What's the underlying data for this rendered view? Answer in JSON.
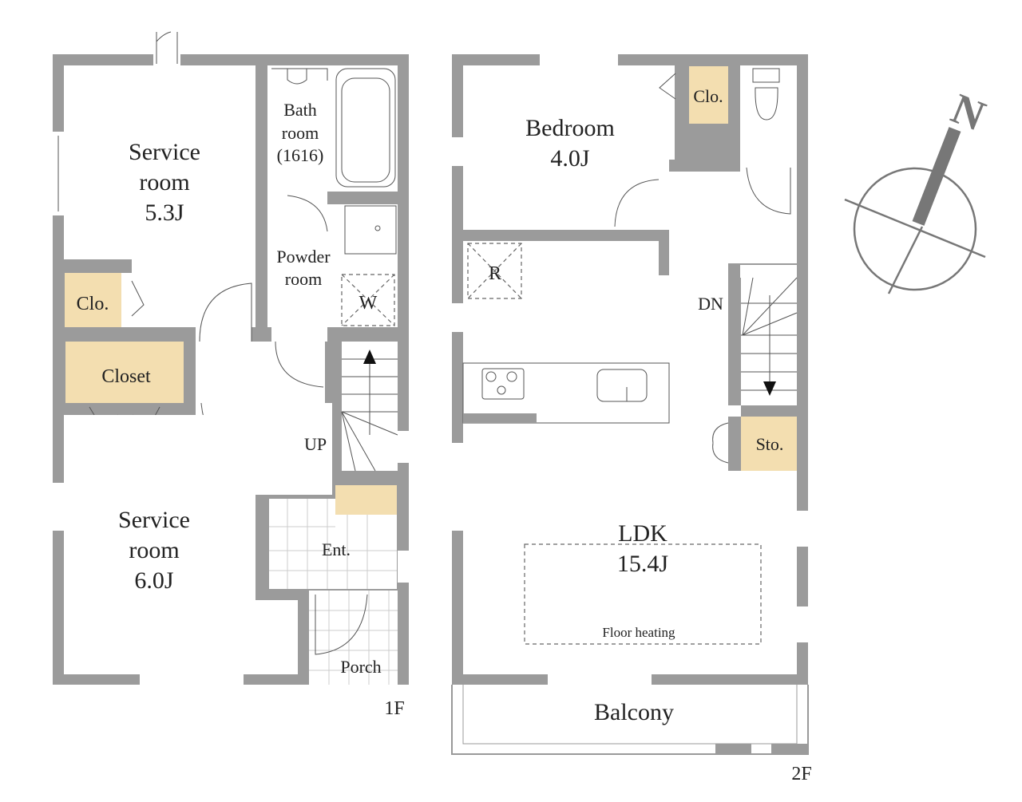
{
  "floor1": {
    "label": "1F",
    "service_room_a": {
      "name_line1": "Service",
      "name_line2": "room",
      "size": "5.3J"
    },
    "bath": {
      "line1": "Bath",
      "line2": "room",
      "line3": "(1616)"
    },
    "powder": {
      "line1": "Powder",
      "line2": "room"
    },
    "washer": "W",
    "clo": "Clo.",
    "closet": "Closet",
    "stairs": "UP",
    "service_room_b": {
      "name_line1": "Service",
      "name_line2": "room",
      "size": "6.0J"
    },
    "entrance": "Ent.",
    "porch": "Porch"
  },
  "floor2": {
    "label": "2F",
    "bedroom": {
      "name": "Bedroom",
      "size": "4.0J"
    },
    "clo": "Clo.",
    "fridge": "R",
    "stairs": "DN",
    "storage": "Sto.",
    "ldk": {
      "name": "LDK",
      "size": "15.4J",
      "note": "Floor heating"
    },
    "balcony": "Balcony"
  },
  "compass": {
    "label": "N"
  },
  "colors": {
    "wall": "#9b9b9b",
    "storage_fill": "#f3deb0"
  }
}
